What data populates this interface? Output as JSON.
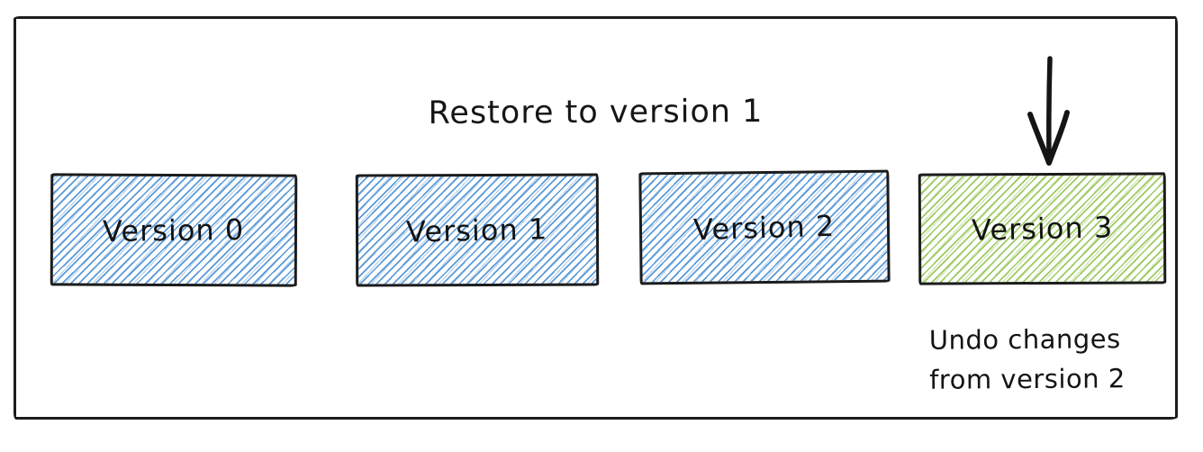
{
  "diagram": {
    "title": "Restore to version 1",
    "boxes": [
      {
        "label": "Version 0",
        "fill": "blue-hachure"
      },
      {
        "label": "Version 1",
        "fill": "blue-hachure"
      },
      {
        "label": "Version 2",
        "fill": "blue-hachure"
      },
      {
        "label": "Version 3",
        "fill": "green-hachure"
      }
    ],
    "annotation": {
      "line1": "Undo changes",
      "line2": "from version 2"
    },
    "arrow": {
      "direction": "down",
      "points_at": "Version 3"
    },
    "colors": {
      "blue_hatch": "#5b9ad8",
      "green_hatch": "#9ccb62",
      "stroke": "#1c1c1c"
    }
  }
}
